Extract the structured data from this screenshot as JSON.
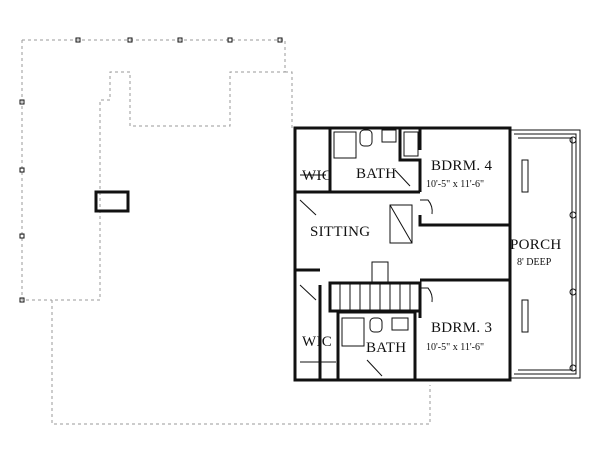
{
  "rooms": {
    "bedroom4": {
      "name": "BDRM. 4",
      "size": "10'-5\" x 11'-6\""
    },
    "bedroom3": {
      "name": "BDRM. 3",
      "size": "10'-5\" x 11'-6\""
    },
    "bath_upper": {
      "name": "BATH"
    },
    "bath_lower": {
      "name": "BATH"
    },
    "wic_upper": {
      "name": "WIC"
    },
    "wic_lower": {
      "name": "WIC"
    },
    "sitting": {
      "name": "SITTING"
    },
    "porch": {
      "name": "PORCH",
      "depth": "8' DEEP"
    }
  },
  "colors": {
    "line": "#111111",
    "roof_outline": "#9a9a9a",
    "background": "#ffffff"
  }
}
